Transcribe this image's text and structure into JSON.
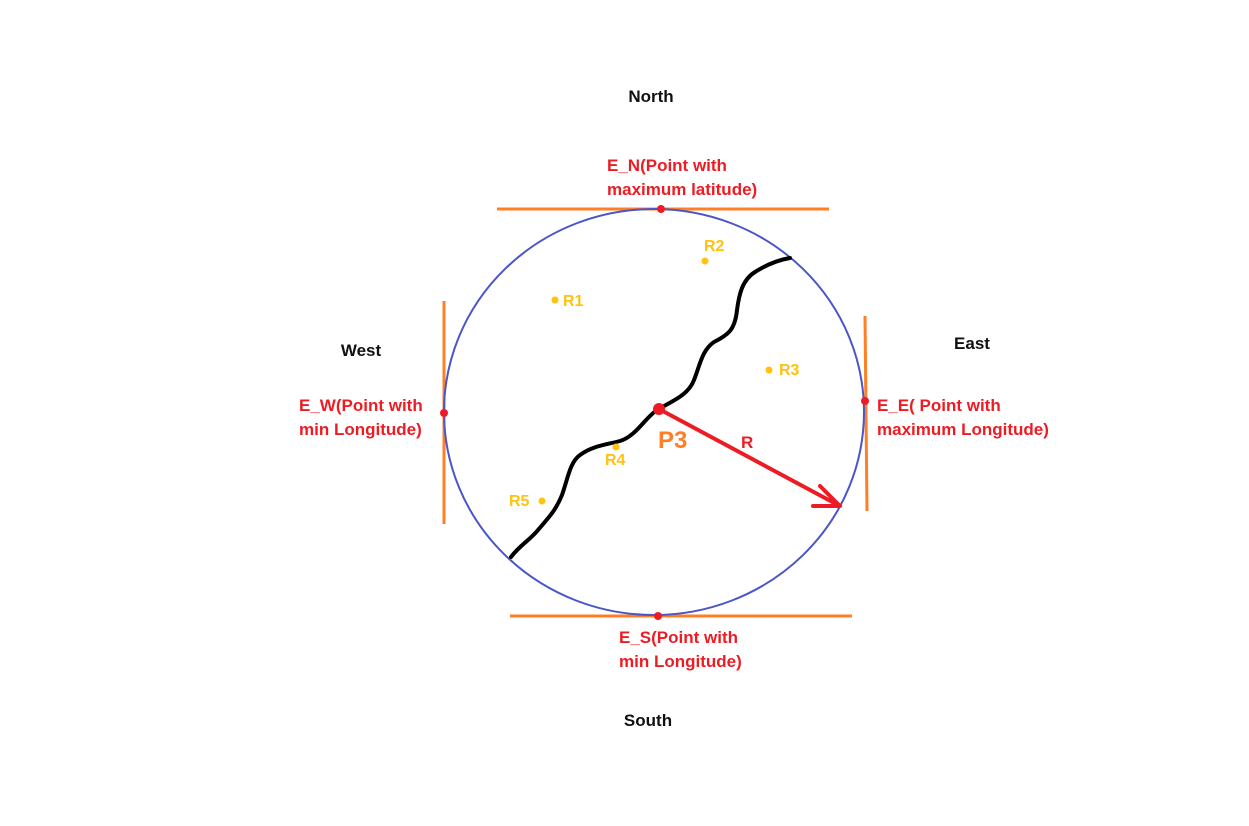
{
  "colors": {
    "circle": "#4a56c8",
    "tangent": "#ff7f27",
    "extreme_point": "#ed1c24",
    "extreme_label": "#ed1c24",
    "sample_point": "#ffc20e",
    "center_label": "#ff7f27",
    "radius_arrow": "#ed1c24",
    "path": "#000000",
    "direction_text": "#111111"
  },
  "directions": {
    "north": "North",
    "south": "South",
    "east": "East",
    "west": "West"
  },
  "extremes": {
    "north": {
      "line1": "E_N(Point with",
      "line2": "maximum latitude)"
    },
    "south": {
      "line1": "E_S(Point with",
      "line2": "min Longitude)"
    },
    "west": {
      "line1": "E_W(Point with",
      "line2": "min Longitude)"
    },
    "east": {
      "line1": "E_E( Point with",
      "line2": "maximum Longitude)"
    }
  },
  "center": {
    "label": "P3"
  },
  "radius": {
    "label": "R"
  },
  "points": [
    "R1",
    "R2",
    "R3",
    "R4",
    "R5"
  ],
  "icons": {
    "path": "jagged-path-line",
    "arrow": "radius-arrow"
  }
}
